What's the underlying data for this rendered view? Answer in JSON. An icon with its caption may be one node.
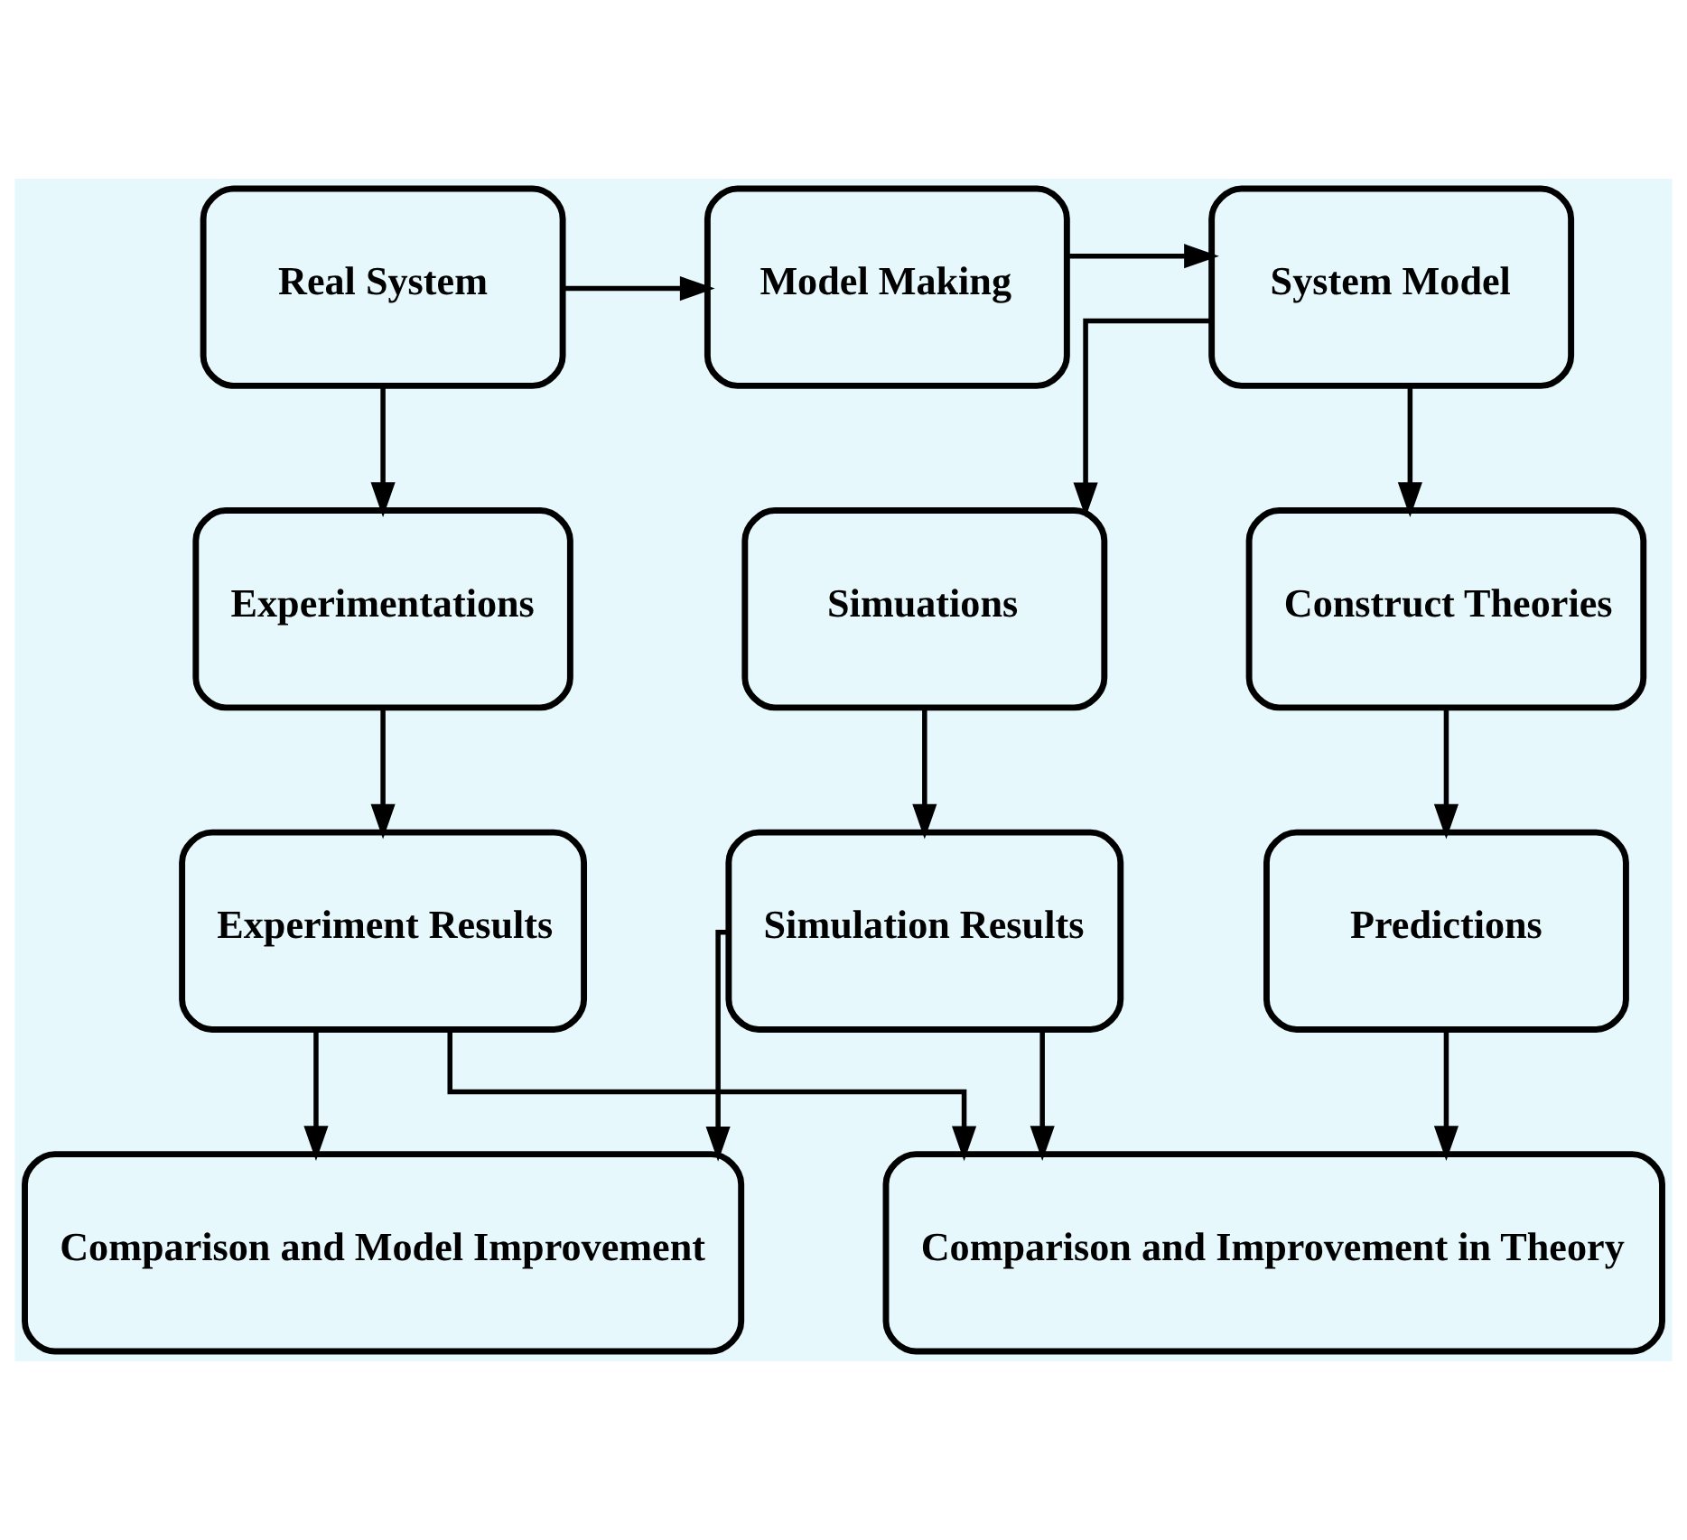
{
  "diagram": {
    "nodes": [
      {
        "text": [
          "Real System"
        ]
      },
      {
        "text": [
          "Model Making"
        ]
      },
      {
        "text": [
          "System Model"
        ]
      },
      {
        "text": [
          "Experimentations"
        ]
      },
      {
        "text": [
          "Simuations"
        ]
      },
      {
        "text": [
          "Construct Theories"
        ]
      },
      {
        "text": [
          "Experiment Results"
        ]
      },
      {
        "text": [
          "Simulation Results"
        ]
      },
      {
        "text": [
          "Predictions"
        ]
      },
      {
        "text": [
          "Comparison and Model Improvement"
        ]
      },
      {
        "text": [
          "Comparison and Improvement in Theory"
        ]
      }
    ],
    "edges": [
      {
        "from": 0,
        "to": 1,
        "arrow": "to"
      },
      {
        "from": 1,
        "to": 2,
        "arrow": "to"
      },
      {
        "from": 0,
        "to": 3,
        "arrow": "to"
      },
      {
        "from": 2,
        "to": 4,
        "arrow": "to"
      },
      {
        "from": 2,
        "to": 5,
        "arrow": "to"
      },
      {
        "from": 3,
        "to": 6,
        "arrow": "to"
      },
      {
        "from": 4,
        "to": 7,
        "arrow": "to"
      },
      {
        "from": 5,
        "to": 8,
        "arrow": "to"
      },
      {
        "from": 6,
        "to": 9,
        "arrow": "to"
      },
      {
        "from": 6,
        "to": 10,
        "arrow": "to"
      },
      {
        "from": 7,
        "to": 9,
        "arrow": "to"
      },
      {
        "from": 7,
        "to": 10,
        "arrow": "to"
      },
      {
        "from": 8,
        "to": 10,
        "arrow": "to"
      }
    ]
  }
}
